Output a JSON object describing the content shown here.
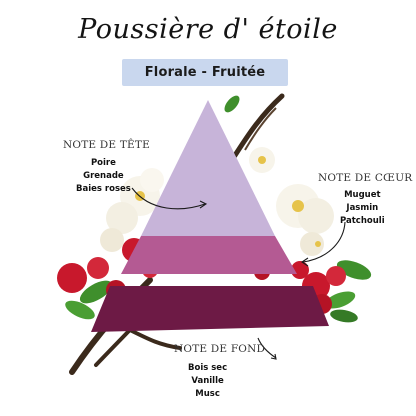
{
  "title": "Poussière d' étoile",
  "subtitle": "Florale - Fruitée",
  "notes": {
    "tete": {
      "heading": "NOTE DE TÊTE",
      "items": [
        "Poire",
        "Grenade",
        "Baies roses"
      ]
    },
    "coeur": {
      "heading": "NOTE DE CŒUR",
      "items": [
        "Muguet",
        "Jasmin",
        "Patchouli"
      ]
    },
    "fond": {
      "heading": "NOTE DE FOND",
      "items": [
        "Bois sec",
        "Vanille",
        "Musc"
      ]
    }
  },
  "colors": {
    "ribbon": "#c9d7ee",
    "pyramid_top": "#c7b4d9",
    "pyramid_middle": "#b45a93",
    "pyramid_bottom": "#6d1a45",
    "berry": "#c8182c",
    "leaf": "#3f8f2c",
    "flower": "#f7f4ea",
    "vanilla_pod": "#3b2a1c"
  }
}
